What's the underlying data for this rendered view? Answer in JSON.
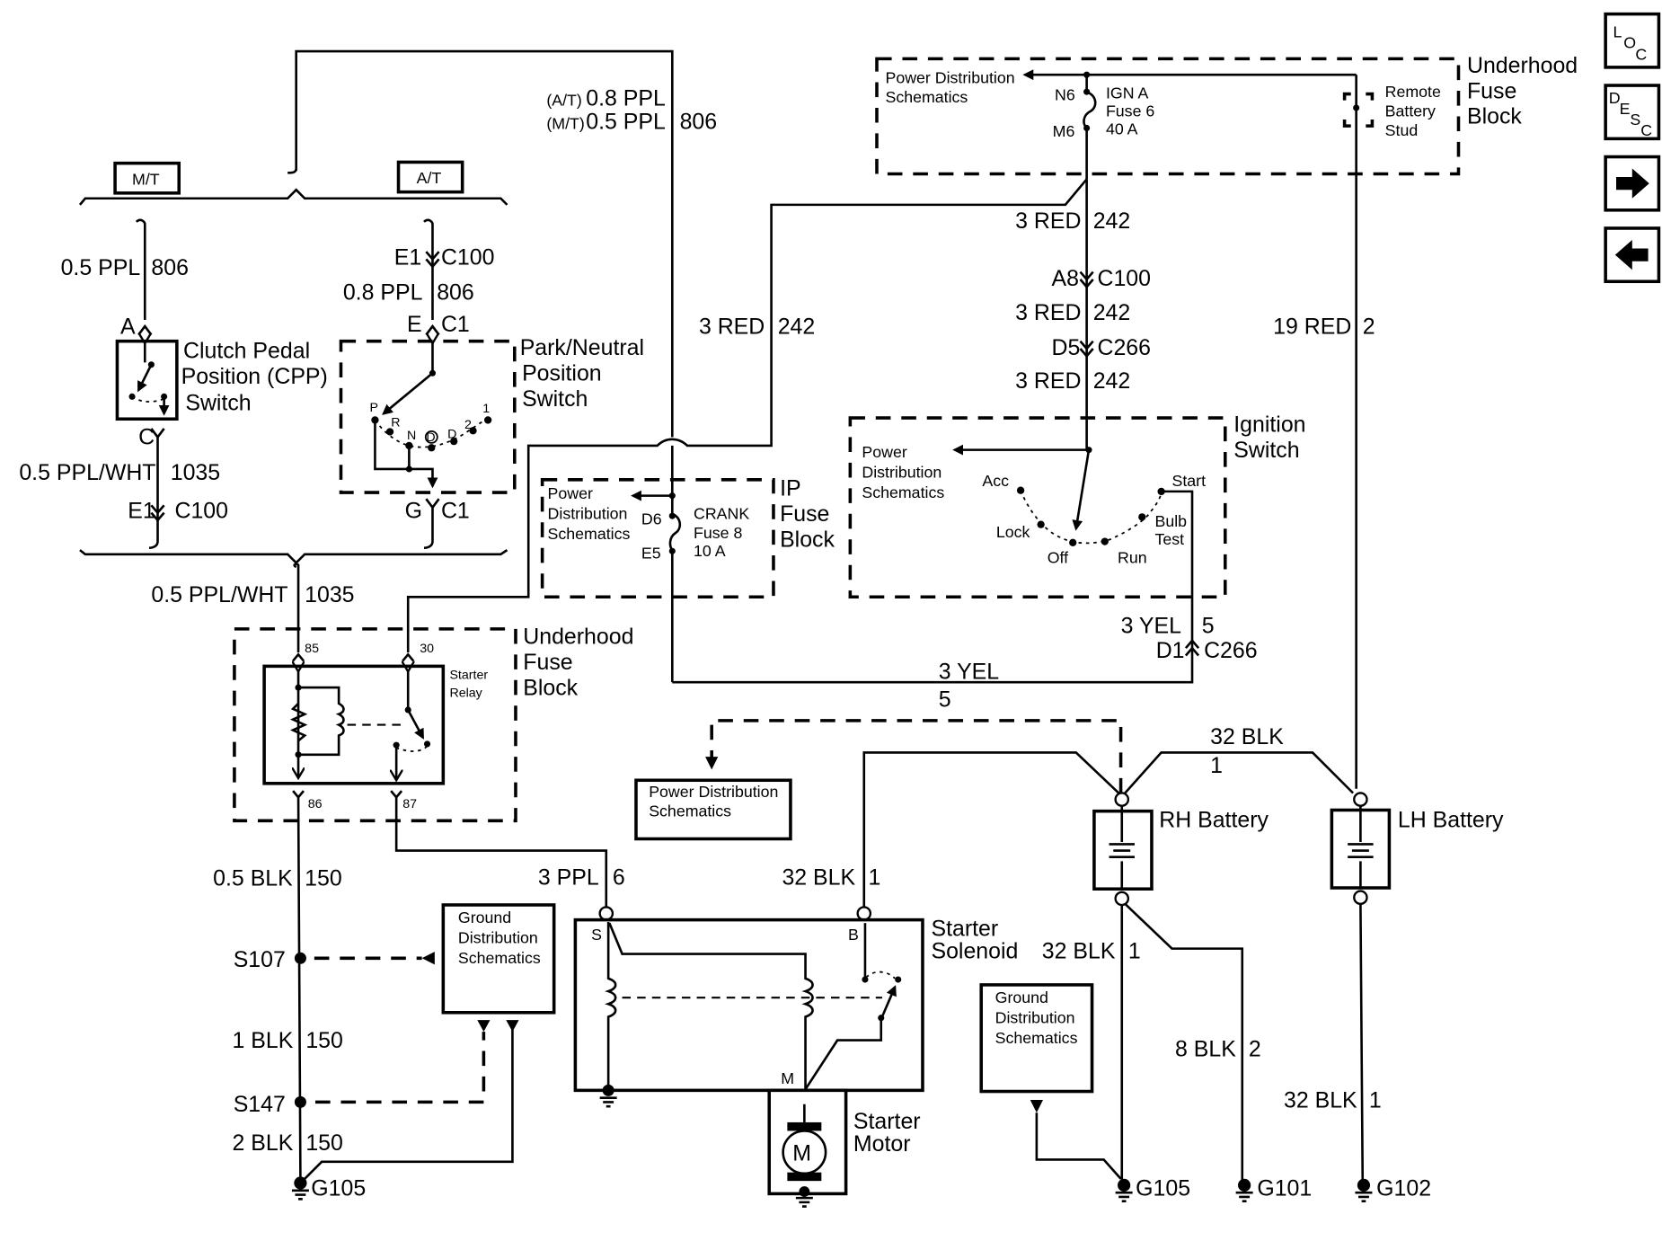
{
  "nav": {
    "loc_button": {
      "top": "L",
      "mid": "O",
      "bot": "C"
    },
    "desc_button": {
      "c1": "D",
      "c2": "E",
      "c3": "S",
      "c4": "C"
    },
    "next_icon": "arrow-right-icon",
    "prev_icon": "arrow-left-icon"
  },
  "options": {
    "mt": "M/T",
    "at": "A/T"
  },
  "top_wire": {
    "at_label": "(A/T)",
    "at_gauge": "0.8 PPL",
    "mt_label": "(M/T)",
    "mt_gauge": "0.5 PPL",
    "circuit": "806"
  },
  "cpp": {
    "wire_in": {
      "gauge": "0.5 PPL",
      "circuit": "806"
    },
    "pin_top": "A",
    "pin_bottom": "C",
    "name_lines": [
      "Clutch Pedal",
      "Position (CPP)",
      "Switch"
    ],
    "wire_out": {
      "gauge": "0.5 PPL/WHT",
      "circuit": "1035"
    },
    "connector": {
      "pin": "E1",
      "id": "C100"
    }
  },
  "pnp": {
    "connector_in": {
      "pin": "E1",
      "id": "C100"
    },
    "wire_in": {
      "gauge": "0.8 PPL",
      "circuit": "806"
    },
    "pin_top": {
      "pin": "E",
      "id": "C1"
    },
    "name_lines": [
      "Park/Neutral",
      "Position",
      "Switch"
    ],
    "positions": [
      "P",
      "R",
      "N",
      "D",
      "D",
      "2",
      "1"
    ],
    "pin_bottom": {
      "pin": "G",
      "id": "C1"
    }
  },
  "relay_feed": {
    "gauge": "0.5 PPL/WHT",
    "circuit": "1035"
  },
  "underhood_relay_block": {
    "name_lines": [
      "Underhood",
      "Fuse",
      "Block"
    ],
    "relay_lines": [
      "Starter",
      "Relay"
    ],
    "pins": {
      "p85": "85",
      "p30": "30",
      "p86": "86",
      "p87": "87"
    }
  },
  "ip_fuse_block": {
    "name_lines": [
      "IP",
      "Fuse",
      "Block"
    ],
    "pd_lines": [
      "Power",
      "Distribution",
      "Schematics"
    ],
    "pin_top": "D6",
    "pin_bottom": "E5",
    "fuse_lines": [
      "CRANK",
      "Fuse 8",
      "10 A"
    ]
  },
  "underhood_fuse_block": {
    "name_lines": [
      "Underhood",
      "Fuse",
      "Block"
    ],
    "pd_lines": [
      "Power Distribution",
      "Schematics"
    ],
    "pin_top": "N6",
    "pin_bottom": "M6",
    "fuse_lines": [
      "IGN A",
      "Fuse 6",
      "40 A"
    ],
    "stud_lines": [
      "Remote",
      "Battery",
      "Stud"
    ]
  },
  "ign_feed": {
    "w1": {
      "gauge": "3 RED",
      "circuit": "242"
    },
    "c1": {
      "pin": "A8",
      "id": "C100"
    },
    "w2": {
      "gauge": "3 RED",
      "circuit": "242"
    },
    "c2": {
      "pin": "D5",
      "id": "C266"
    },
    "w3": {
      "gauge": "3 RED",
      "circuit": "242"
    }
  },
  "relay30_feed": {
    "gauge": "3 RED",
    "circuit": "242"
  },
  "stud_wire": {
    "gauge": "19 RED",
    "circuit": "2"
  },
  "ignition_switch": {
    "name_lines": [
      "Ignition",
      "Switch"
    ],
    "pd_lines": [
      "Power",
      "Distribution",
      "Schematics"
    ],
    "positions": {
      "acc": "Acc",
      "lock": "Lock",
      "off": "Off",
      "run": "Run",
      "bulb": [
        "Bulb",
        "Test"
      ],
      "start": "Start"
    }
  },
  "crank_wire": {
    "vert": {
      "gauge": "3 YEL",
      "circuit": "5"
    },
    "connector": {
      "pin": "D1",
      "id": "C266"
    },
    "horiz": {
      "gauge": "3 YEL",
      "circuit": "5"
    }
  },
  "power_dist_box": [
    "Power Distribution",
    "Schematics"
  ],
  "battery_link": {
    "gauge": "32 BLK",
    "circuit": "1"
  },
  "rh_battery": "RH Battery",
  "lh_battery": "LH Battery",
  "relay_ground": {
    "w1": {
      "gauge": "0.5 BLK",
      "circuit": "150"
    },
    "s1": "S107",
    "w2": {
      "gauge": "1 BLK",
      "circuit": "150"
    },
    "s2": "S147",
    "w3": {
      "gauge": "2 BLK",
      "circuit": "150"
    },
    "ground": "G105"
  },
  "ground_dist_1": [
    "Ground",
    "Distribution",
    "Schematics"
  ],
  "ground_dist_2": [
    "Ground",
    "Distribution",
    "Schematics"
  ],
  "solenoid": {
    "s_wire": {
      "gauge": "3 PPL",
      "circuit": "6"
    },
    "b_wire": {
      "gauge": "32 BLK",
      "circuit": "1"
    },
    "pins": {
      "s": "S",
      "b": "B",
      "m": "M"
    },
    "name_lines": [
      "Starter",
      "Solenoid"
    ]
  },
  "motor": {
    "name_lines": [
      "Starter",
      "Motor"
    ],
    "symbol": "M"
  },
  "rh_neg": {
    "gauge": "32 BLK",
    "circuit": "1",
    "ground": "G105"
  },
  "rh_neg2": {
    "gauge": "8 BLK",
    "circuit": "2",
    "ground": "G101"
  },
  "lh_neg": {
    "gauge": "32 BLK",
    "circuit": "1",
    "ground": "G102"
  }
}
